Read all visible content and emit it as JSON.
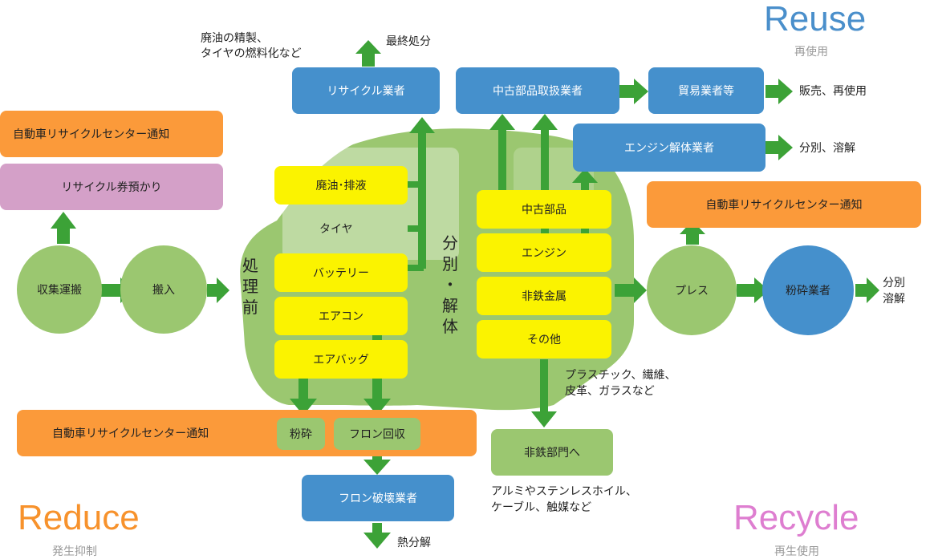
{
  "labels": {
    "reuse": "Reuse",
    "reuse_sub": "再使用",
    "reduce": "Reduce",
    "reduce_sub": "発生抑制",
    "recycle": "Recycle",
    "recycle_sub": "再生使用"
  },
  "left": {
    "notice": "自動車リサイクルセンター通知",
    "ticket": "リサイクル券預かり",
    "collect": "収集運搬",
    "carry_in": "搬入"
  },
  "pre_process": {
    "heading": [
      "処",
      "理",
      "前"
    ],
    "items": [
      "廃油･排液",
      "タイヤ",
      "バッテリー",
      "エアコン",
      "エアバッグ"
    ]
  },
  "dismantle": {
    "heading": [
      "分",
      "別",
      "・",
      "解",
      "体"
    ],
    "items": [
      "中古部品",
      "エンジン",
      "非鉄金属",
      "その他"
    ]
  },
  "top": {
    "waste_note_1": "廃油の精製、",
    "waste_note_2": "タイヤの燃料化など",
    "final_disposal": "最終処分",
    "recycler": "リサイクル業者",
    "used_parts_dealer": "中古部品取扱業者",
    "trader": "貿易業者等",
    "sales_reuse": "販売、再使用",
    "engine_dismantler": "エンジン解体業者",
    "sort_melt": "分別、溶解"
  },
  "right": {
    "notice": "自動車リサイクルセンター通知",
    "press": "プレス",
    "shredder": "粉砕業者",
    "out_1": "分別",
    "out_2": "溶解"
  },
  "bottom": {
    "notice": "自動車リサイクルセンター通知",
    "crush": "粉砕",
    "freon_recovery": "フロン回収",
    "freon_destroyer": "フロン破壊業者",
    "thermal": "熱分解",
    "other_note_1": "プラスチック、繊維、",
    "other_note_2": "皮革、ガラスなど",
    "nonferrous_dept": "非鉄部門へ",
    "nonferrous_note_1": "アルミやステンレスホイル、",
    "nonferrous_note_2": "ケーブル、触媒など"
  },
  "colors": {
    "blue": "#4590cc",
    "orange": "#fb9a3a",
    "pink": "#d4a0c8",
    "yellow": "#fbf300",
    "green": "#9bc770",
    "arrow": "#3ca237",
    "reuse_text": "#4a8fcb",
    "reduce_text": "#f7922c",
    "recycle_text": "#de7ed0"
  }
}
